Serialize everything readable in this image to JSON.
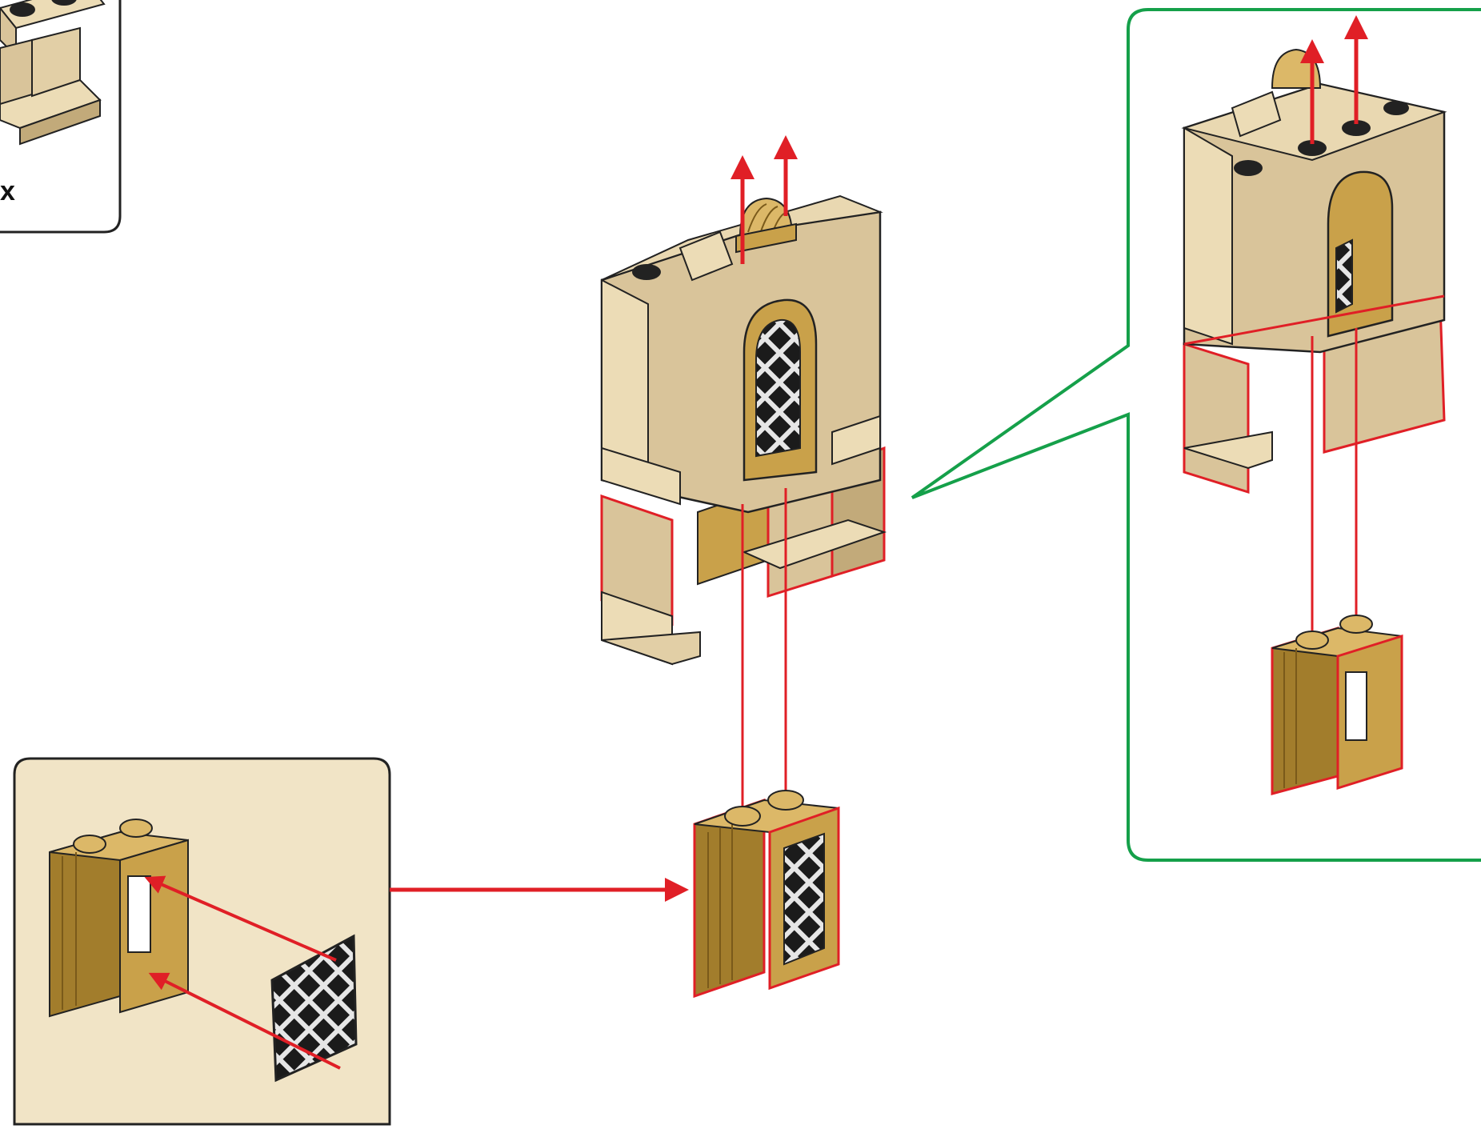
{
  "parts_callout": {
    "quantity_label": "x"
  },
  "colors": {
    "tan": "#d9c49a",
    "tan_light": "#ecdcb6",
    "tan_dark": "#c2aa7a",
    "pearl_gold": "#c9a14a",
    "pearl_gold_light": "#dcb868",
    "pearl_gold_dark": "#a27d2c",
    "lattice": "#1b1b1b",
    "lattice_line": "#e6e6e6",
    "arrow_red": "#e01f26",
    "zoom_green": "#15a04a",
    "subassembly_bg": "#f1e4c6"
  },
  "icons": {
    "attach_arrow": "red-arrow",
    "lift_arrows": "red-up-arrows",
    "zoom_callout": "green-zoom-panel"
  }
}
